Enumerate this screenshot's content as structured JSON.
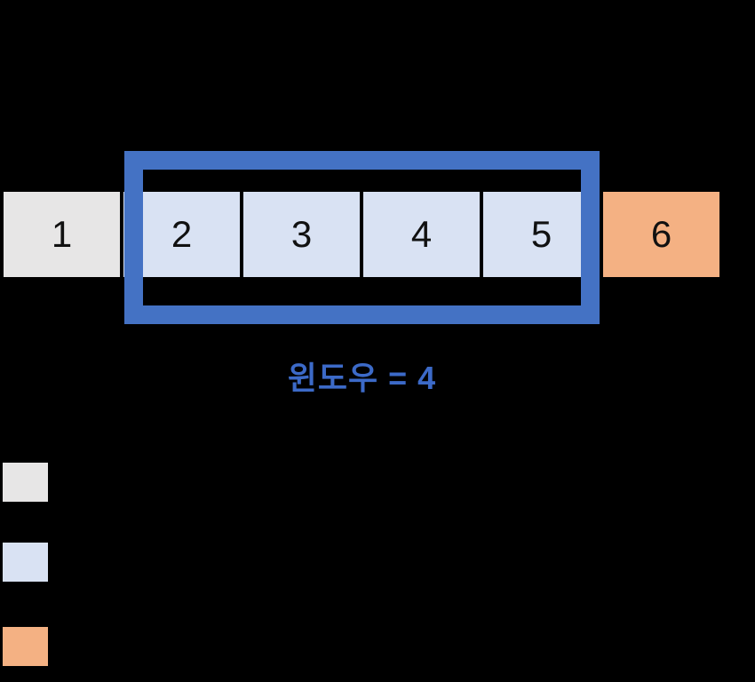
{
  "colors": {
    "background": "#000000",
    "frame": "#4472C4",
    "caption": "#3C6AC8",
    "digit": "#111111",
    "cell_gray": "#E7E6E6",
    "cell_blue": "#D9E2F3",
    "cell_orange": "#F4B183"
  },
  "array": {
    "cells": [
      {
        "label": "1",
        "type": "gray"
      },
      {
        "label": "2",
        "type": "blue"
      },
      {
        "label": "3",
        "type": "blue"
      },
      {
        "label": "4",
        "type": "blue"
      },
      {
        "label": "5",
        "type": "blue"
      },
      {
        "label": "6",
        "type": "orange"
      }
    ]
  },
  "window": {
    "caption": "윈도우 = 4",
    "size": 4
  },
  "legend": {
    "swatches": [
      {
        "name": "gray",
        "color": "#E7E6E6"
      },
      {
        "name": "blue",
        "color": "#D9E2F3"
      },
      {
        "name": "orange",
        "color": "#F4B183"
      }
    ]
  }
}
